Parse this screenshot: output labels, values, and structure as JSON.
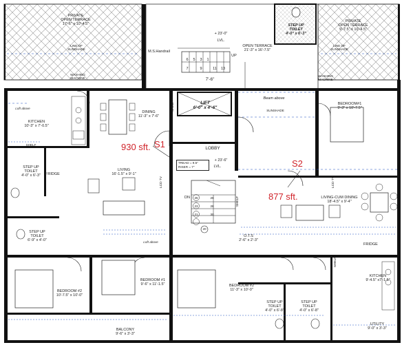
{
  "rooms": {
    "private_terrace_left": {
      "name": "PRIVATE\nOPEN TERRACE",
      "dim": "17'-6\" x 10'-4.5\""
    },
    "private_terrace_right": {
      "name": "PRIVATE\nOPEN TERRACE",
      "dim": "9'-7.5\" x 10'-4.5\""
    },
    "open_terrace": {
      "name": "OPEN TERRACE",
      "dim": "21'-3\" x 16'-7.5\""
    },
    "step_up_toilet_top": {
      "name": "STEP UP\nTOILET",
      "dim": "4'-0\" x 6'-3\""
    },
    "kitchen_left": {
      "name": "KITCHEN",
      "dim": "10'-3\" x 7'-0.5\""
    },
    "dining": {
      "name": "DINING",
      "dim": "11'-3\" x 7'-6\""
    },
    "lift": {
      "name": "LIFT",
      "dim": "6'-0\" x 4'-6\""
    },
    "bedroom1_right": {
      "name": "BEDROOM#1",
      "dim": "9'-3\" x 10'-7.5\""
    },
    "step_up_toilet_left": {
      "name": "STEP UP\nTOILET",
      "dim": "4'-0\" x 6'-3\""
    },
    "living_left": {
      "name": "LIVING",
      "dim": "16'-1.5\" x 9'-1\""
    },
    "lobby": {
      "name": "LOBBY"
    },
    "living_dining_right": {
      "name": "LIVING-CUM DINING",
      "dim": "18'-4.5\" x 9'-4\""
    },
    "step_up_toilet_mid": {
      "name": "STEP UP\nTOILET",
      "dim": "6'-9\" x 4'-0\""
    },
    "bedroom2_left": {
      "name": "BEDROOM #2",
      "dim": "10'-7.5\" x 10'-0\""
    },
    "bedroom1_left": {
      "name": "BEDROOM #1",
      "dim": "9'-6\" x 11'-1.5\""
    },
    "bedroom2_mid": {
      "name": "BEDROOM #2",
      "dim": "11'-3\" x 10'-0\""
    },
    "step_up_toilet_b1": {
      "name": "STEP UP\nTOILET",
      "dim": "4'-0\" x 6'-8\""
    },
    "step_up_toilet_b2": {
      "name": "STEP UP\nTOILET",
      "dim": "4'-0\" x 6'-8\""
    },
    "kitchen_right": {
      "name": "KITCHEN",
      "dim": "9'-4.5\" x7'-1.5\""
    },
    "balcony": {
      "name": "BALCONY",
      "dim": "9'-6\" x 3'-3\""
    },
    "utility": {
      "name": "UTILITY",
      "dim": "9'-0\" x 3'-3\""
    },
    "ots": {
      "name": "O.T.S",
      "dim": "2'-6\" x 2'-3\""
    }
  },
  "units": {
    "s1": {
      "name": "S1",
      "area": "930 sft."
    },
    "s2": {
      "name": "S2",
      "area": "877 sft."
    }
  },
  "labels": {
    "line_of_sunshade": "LINE OF\nSUNSHADE",
    "ms_handrail": "M.S.Handrail",
    "level_top": "+ 23'-0\"",
    "lvl": "LVL.",
    "up": "UP",
    "dn": "DN",
    "landing": "7'-6\"",
    "shelf": "SHELF",
    "loft_above": "Loft above",
    "washing_machine": "WASHING\nMACHINE",
    "beam_above": "Beam above",
    "sunshade": "SUNSHADE",
    "fridge": "FRIDGE",
    "lcd_tv": "LCD TV",
    "tread": "TREAD = 9.5\"",
    "riser": "RISER = 7\"",
    "level_mid": "+ 23'-6\""
  },
  "stair_numbers_top": [
    "6",
    "5",
    "3",
    "1",
    "7",
    "9",
    "11",
    "13"
  ],
  "stair_numbers_bottom": [
    "25",
    "23",
    "21",
    "26",
    "28",
    "30",
    "20"
  ]
}
